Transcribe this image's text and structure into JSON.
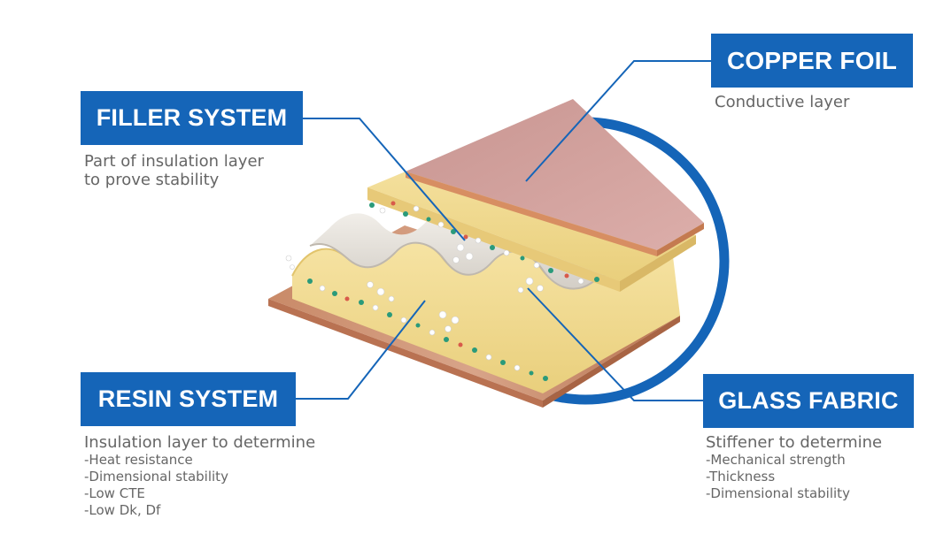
{
  "labels": {
    "copper_foil": {
      "title": "COPPER FOIL",
      "desc": "Conductive layer"
    },
    "filler_system": {
      "title": "FILLER SYSTEM",
      "desc_lines": [
        "Part of insulation layer",
        "to prove stability"
      ]
    },
    "resin_system": {
      "title": "RESIN SYSTEM",
      "desc": "Insulation layer to determine",
      "items": [
        "-Heat resistance",
        "-Dimensional stability",
        "-Low CTE",
        "-Low Dk, Df"
      ]
    },
    "glass_fabric": {
      "title": "GLASS FABRIC",
      "desc": "Stiffener to determine",
      "items": [
        "-Mechanical strength",
        "-Thickness",
        "-Dimensional stability"
      ]
    }
  },
  "colors": {
    "accent_blue": "#1565b8",
    "copper_top": "#cf9a96",
    "resin_yellow": "#f3dd94",
    "glass_white": "#e7e2da",
    "copper_bottom": "#c88a6c",
    "text_gray": "#666666"
  }
}
